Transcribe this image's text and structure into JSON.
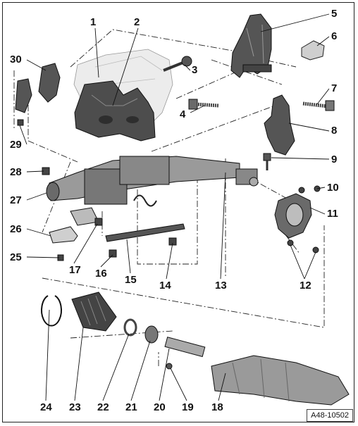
{
  "figure": {
    "id": "A48-10502",
    "callouts": [
      "1",
      "2",
      "3",
      "4",
      "5",
      "6",
      "7",
      "8",
      "9",
      "10",
      "11",
      "12",
      "13",
      "14",
      "15",
      "16",
      "17",
      "18",
      "19",
      "20",
      "21",
      "22",
      "23",
      "24",
      "25",
      "26",
      "27",
      "28",
      "29",
      "30"
    ]
  },
  "colors": {
    "outline": "#111111",
    "part_dark": "#4a4a4a",
    "part_mid": "#8c8c8c",
    "part_light": "#cfcfcf",
    "ghost": "#e2e2e2"
  }
}
